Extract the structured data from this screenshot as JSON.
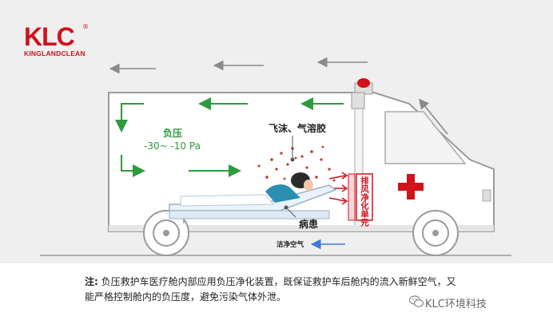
{
  "logo": {
    "brand": "KLC",
    "registered": "®",
    "tagline": "KINGLANDCLEAN"
  },
  "labels": {
    "pressure_title": "负压",
    "pressure_range": "-30~ -10 Pa",
    "droplets": "飞沫、气溶胶",
    "patient": "病患",
    "unit": "排风净化单元",
    "clean_air": "洁净空气"
  },
  "note": {
    "prefix": "注:",
    "text": "负压救护车医疗舱内部应用负压净化装置，既保证救护车后舱内的流入新鲜空气，又能严格控制舱内的负压度，避免污染气体外泄。"
  },
  "watermark": {
    "text": "KLC环境科技",
    "icon": "wechat-icon"
  },
  "colors": {
    "brand_red": "#d0121b",
    "airflow_green": "#2e9a3c",
    "clean_air_blue": "#3d7bd6",
    "arrow_gray": "#8a8a8a"
  }
}
